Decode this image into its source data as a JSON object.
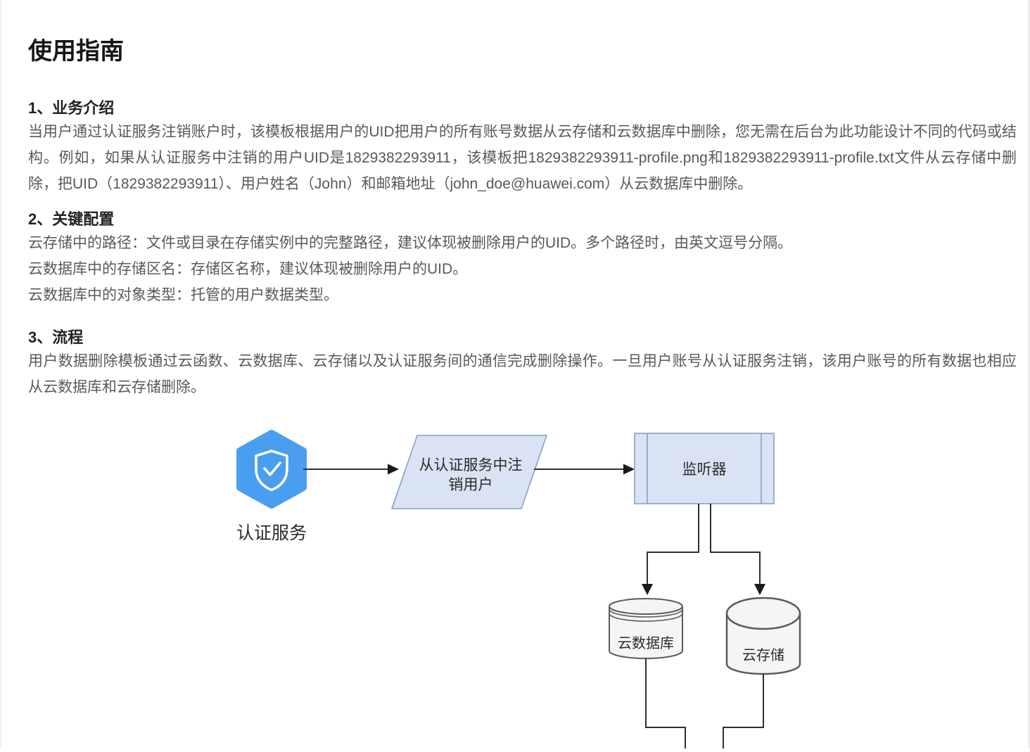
{
  "page": {
    "title": "使用指南"
  },
  "sections": [
    {
      "heading": "1、业务介绍",
      "body": "当用户通过认证服务注销账户时，该模板根据用户的UID把用户的所有账号数据从云存储和云数据库中删除，您无需在后台为此功能设计不同的代码或结构。例如，如果从认证服务中注销的用户UID是1829382293911，该模板把1829382293911-profile.png和1829382293911-profile.txt文件从云存储中删除，把UID（1829382293911）、用户姓名（John）和邮箱地址（john_doe@huawei.com）从云数据库中删除。"
    },
    {
      "heading": "2、关键配置",
      "lines": [
        "云存储中的路径：文件或目录在存储实例中的完整路径，建议体现被删除用户的UID。多个路径时，由英文逗号分隔。",
        "云数据库中的存储区名：存储区名称，建议体现被删除用户的UID。",
        "云数据库中的对象类型：托管的用户数据类型。"
      ]
    },
    {
      "heading": "3、流程",
      "body": "用户数据删除模板通过云函数、云数据库、云存储以及认证服务间的通信完成删除操作。一旦用户账号从认证服务注销，该用户账号的所有数据也相应从云数据库和云存储删除。"
    }
  ],
  "diagram": {
    "auth_service_label": "认证服务",
    "deregister_step_lines": [
      "从认证服务中注",
      "销用户"
    ],
    "listener_label": "监听器",
    "cloud_db_label": "云数据库",
    "cloud_storage_label": "云存储",
    "colors": {
      "shield_blue": "#4A9EF0",
      "shape_fill": "#DAE3F3",
      "shape_stroke": "#7F9DC7",
      "cylinder_fill": "#F5F5F5",
      "cylinder_stroke": "#5B5B5B",
      "line_color": "#2F2F2F"
    }
  }
}
